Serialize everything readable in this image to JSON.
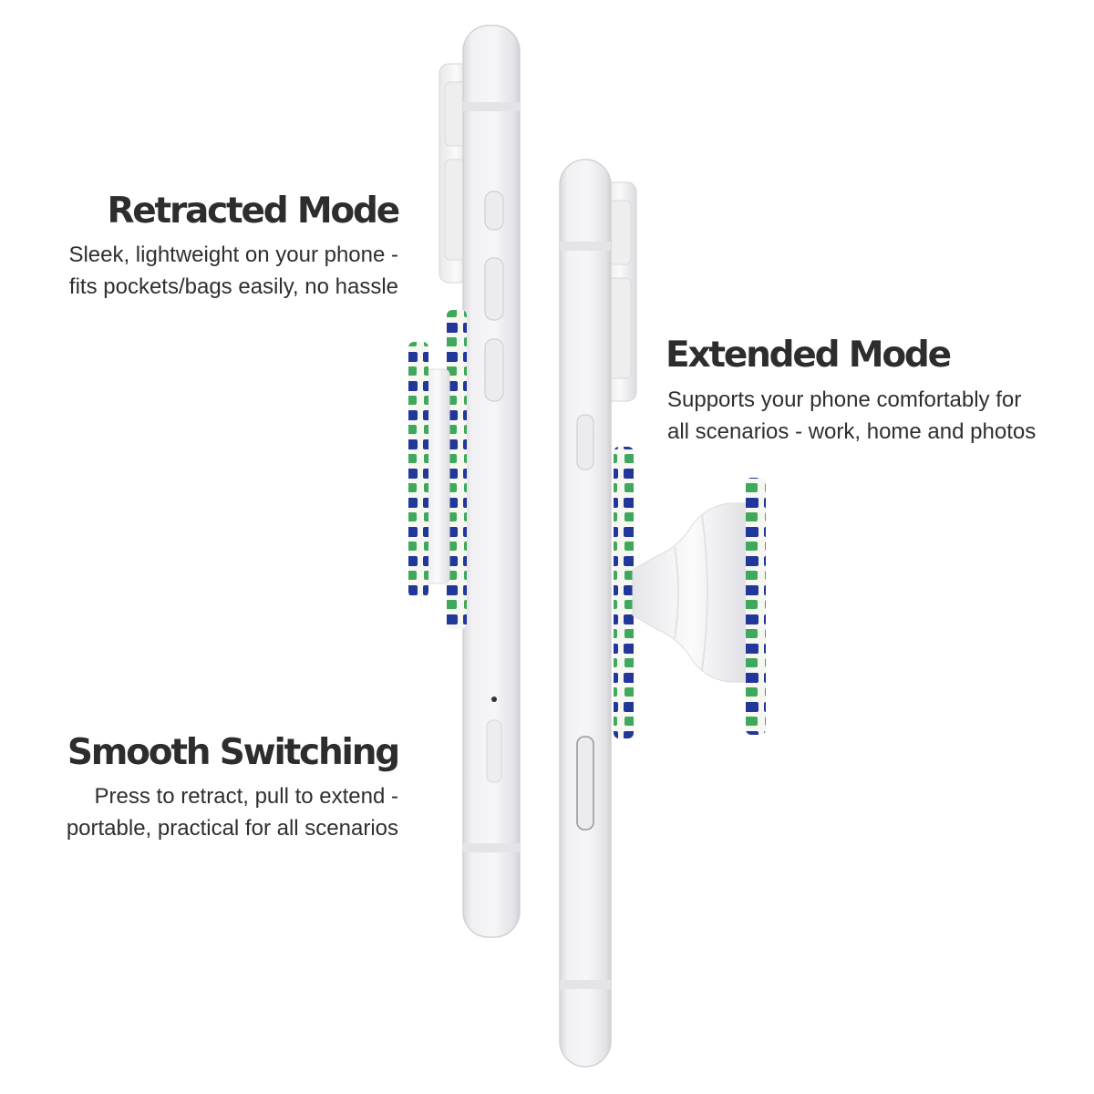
{
  "sections": {
    "retracted": {
      "title": "Retracted Mode",
      "line1": "Sleek, lightweight on your phone -",
      "line2": "fits pockets/bags easily, no hassle"
    },
    "extended": {
      "title": "Extended Mode",
      "line1": "Supports your phone comfortably for",
      "line2": "all scenarios - work, home and photos"
    },
    "smooth": {
      "title": "Smooth Switching",
      "line1": "Press to retract, pull to extend -",
      "line2": "portable, practical for all scenarios"
    }
  },
  "colors": {
    "background": "#ffffff",
    "text": "#2d2d2d",
    "phone_body": "#f2f2f4",
    "phone_shadow": "#d6d6da",
    "grip_blue": "#22379a",
    "grip_green": "#3fa85c",
    "grip_base": "#f7f7f2"
  }
}
